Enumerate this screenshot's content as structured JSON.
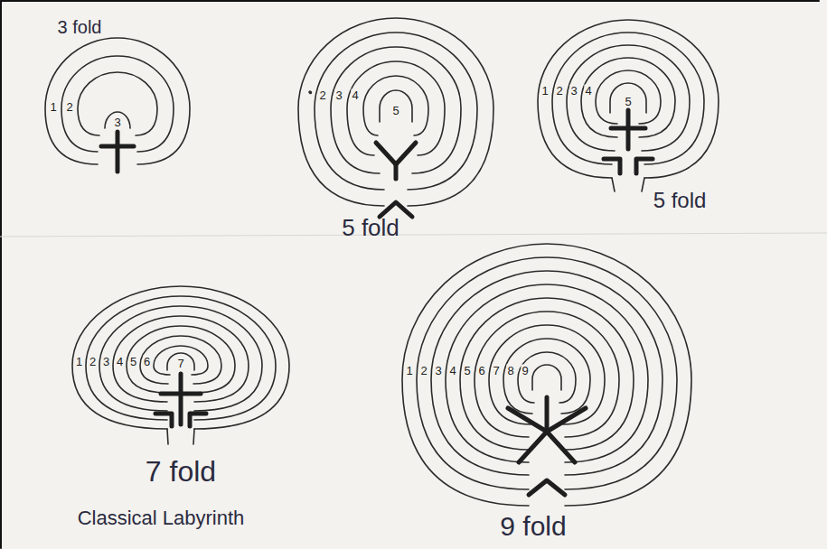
{
  "diagram": {
    "labels": [
      "3 fold",
      "1",
      "2",
      "3",
      "2",
      "3",
      "4",
      "5",
      "5 fold",
      "1",
      "2",
      "3",
      "4",
      "5",
      "5 fold",
      "1",
      "2",
      "3",
      "4",
      "5",
      "6",
      "7",
      "7 fold",
      "Classical Labyrinth",
      "1",
      "2",
      "3",
      "4",
      "5",
      "6",
      "7",
      "8",
      "9",
      "9 fold"
    ]
  }
}
